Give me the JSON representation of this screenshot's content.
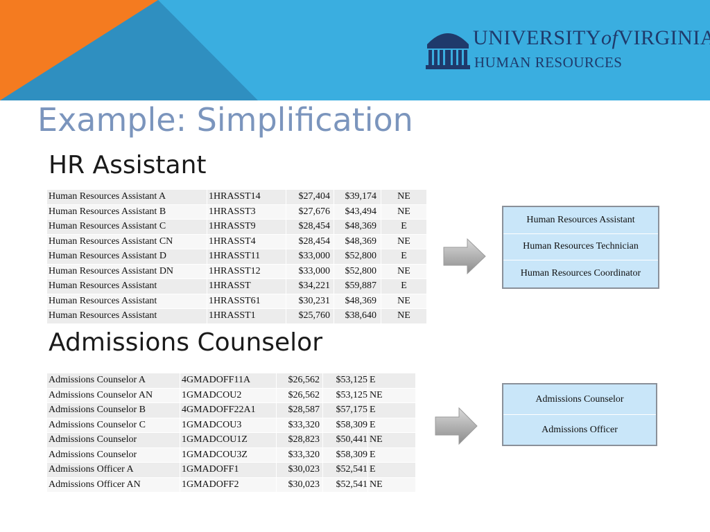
{
  "header": {
    "logo": {
      "line1_prefix": "UNIVERSITY",
      "line1_of": "of",
      "line1_suffix": "VIRGINIA",
      "line2": "HUMAN RESOURCES"
    },
    "colors": {
      "banner": "#3aaee0",
      "orange": "#f47b20",
      "navy": "#1f3a6b"
    }
  },
  "slide": {
    "title": "Example: Simplification"
  },
  "hr_section": {
    "heading": "HR Assistant",
    "rows": [
      [
        "Human Resources Assistant A",
        "1HRASST14",
        "$27,404",
        "$39,174",
        "NE"
      ],
      [
        "Human Resources Assistant B",
        "1HRASST3",
        "$27,676",
        "$43,494",
        "NE"
      ],
      [
        "Human Resources Assistant C",
        "1HRASST9",
        "$28,454",
        "$48,369",
        "E"
      ],
      [
        "Human Resources Assistant CN",
        "1HRASST4",
        "$28,454",
        "$48,369",
        "NE"
      ],
      [
        "Human Resources Assistant D",
        "1HRASST11",
        "$33,000",
        "$52,800",
        "E"
      ],
      [
        "Human Resources Assistant DN",
        "1HRASST12",
        "$33,000",
        "$52,800",
        "NE"
      ],
      [
        "Human Resources Assistant",
        "1HRASST",
        "$34,221",
        "$59,887",
        "E"
      ],
      [
        "Human Resources Assistant",
        "1HRASST61",
        "$30,231",
        "$48,369",
        "NE"
      ],
      [
        "Human Resources Assistant",
        "1HRASST1",
        "$25,760",
        "$38,640",
        "NE"
      ]
    ],
    "result_titles": [
      "Human Resources Assistant",
      "Human Resources Technician",
      "Human Resources Coordinator"
    ]
  },
  "adm_section": {
    "heading": "Admissions Counselor",
    "rows": [
      [
        "Admissions Counselor A",
        "4GMADOFF11A",
        "$26,562",
        "$53,125",
        "E"
      ],
      [
        "Admissions Counselor AN",
        "1GMADCOU2",
        "$26,562",
        "$53,125",
        "NE"
      ],
      [
        "Admissions Counselor B",
        "4GMADOFF22A1",
        "$28,587",
        "$57,175",
        "E"
      ],
      [
        "Admissions Counselor C",
        "1GMADCOU3",
        "$33,320",
        "$58,309",
        "E"
      ],
      [
        "Admissions Counselor",
        "1GMADCOU1Z",
        "$28,823",
        "$50,441",
        "NE"
      ],
      [
        "Admissions Counselor",
        "1GMADCOU3Z",
        "$33,320",
        "$58,309",
        "E"
      ],
      [
        "Admissions Officer A",
        "1GMADOFF1",
        "$30,023",
        "$52,541",
        "E"
      ],
      [
        "Admissions Officer AN",
        "1GMADOFF2",
        "$30,023",
        "$52,541",
        "NE"
      ]
    ],
    "result_titles": [
      "Admissions Counselor",
      "Admissions Officer"
    ]
  },
  "icons": {
    "arrow": "right-arrow-icon",
    "logo": "rotunda-logo-icon"
  }
}
